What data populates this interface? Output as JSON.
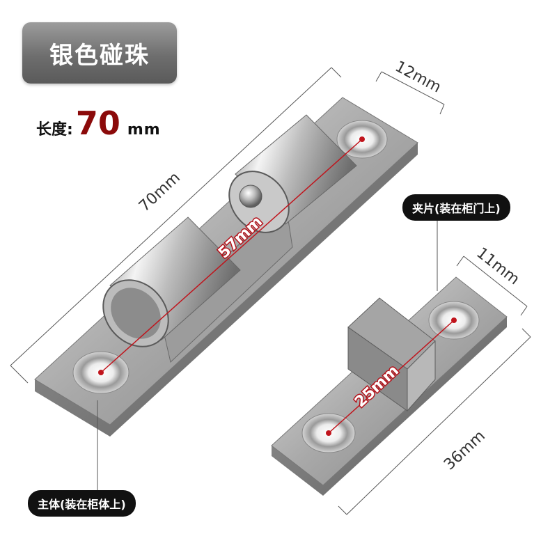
{
  "title": "银色碰珠",
  "length": {
    "label": "长度:",
    "value": "70",
    "unit": "mm"
  },
  "dimensions": {
    "overall_length": "70mm",
    "body_width": "12mm",
    "ball_spacing": "57mm",
    "strike_width": "11mm",
    "strike_length": "36mm",
    "strike_hole_spacing": "25mm"
  },
  "labels": {
    "strike": "夹片(装在柜门上)",
    "body": "主体(装在柜体上)"
  },
  "colors": {
    "title_bg": "#6e6e6e",
    "value_red": "#8b0a0a",
    "dim_red": "#b3131b",
    "metal": "#c8c8c8"
  }
}
